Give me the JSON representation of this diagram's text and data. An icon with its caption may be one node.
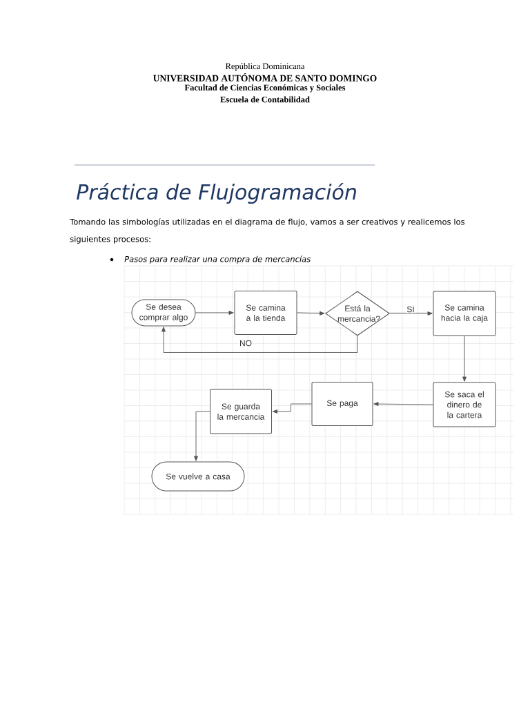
{
  "diagram": {
    "title": "Práctica de Flujogramación",
    "nodes": [
      {
        "text": [
          "Se desea comprar algo"
        ]
      },
      {
        "text": [
          "Se camina a la tienda"
        ]
      },
      {
        "text": [
          "Está la mercancia?"
        ]
      },
      {
        "text": [
          "Se camina hacia la caja"
        ]
      },
      {
        "text": [
          "Se saca el dinero de la cartera"
        ]
      },
      {
        "text": [
          "Se paga"
        ]
      },
      {
        "text": [
          "Se guarda la mercancia"
        ]
      },
      {
        "text": [
          "Se vuelve a casa"
        ]
      }
    ],
    "edges": [
      {
        "from": 0,
        "to": 1,
        "arrow": "to"
      },
      {
        "from": 1,
        "to": 2,
        "arrow": "to"
      },
      {
        "from": 2,
        "to": 3,
        "arrow": "to",
        "label": "SI"
      },
      {
        "from": 2,
        "to": 0,
        "arrow": "to",
        "label": "NO"
      },
      {
        "from": 3,
        "to": 4,
        "arrow": "to"
      },
      {
        "from": 4,
        "to": 5,
        "arrow": "to"
      },
      {
        "from": 5,
        "to": 6,
        "arrow": "to"
      },
      {
        "from": 6,
        "to": 7,
        "arrow": "to"
      }
    ],
    "labels": [
      "República Dominicana",
      "UNIVERSIDAD AUTÓNOMA DE SANTO DOMINGO",
      "Facultad de Ciencias Económicas y Sociales",
      "Escuela de Contabilidad",
      "Tomando las simbologías utilizadas en el diagrama de flujo, vamos a ser creativos y realicemos los siguientes procesos:",
      "Pasos para realizar una compra de mercancías"
    ]
  }
}
